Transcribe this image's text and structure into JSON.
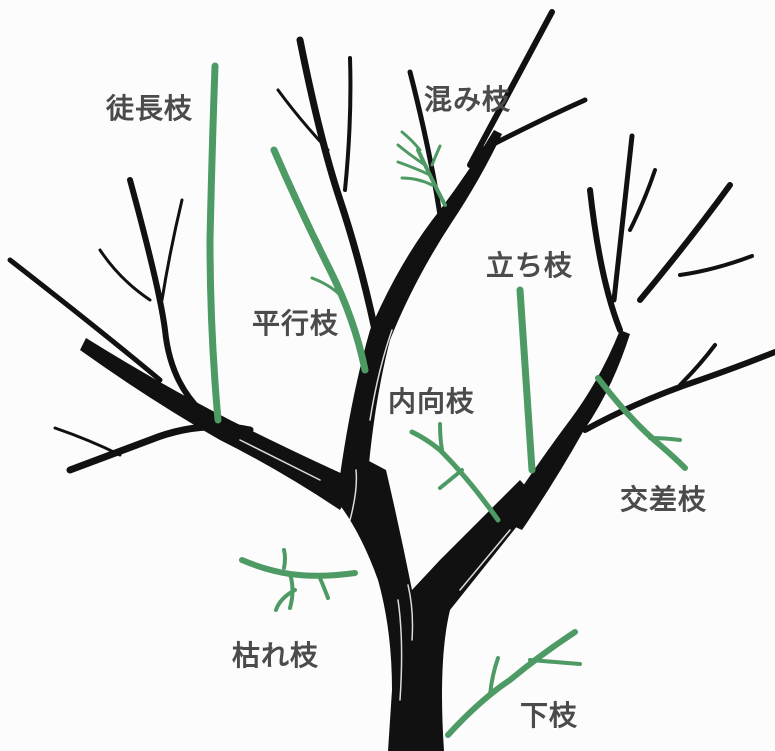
{
  "labels": {
    "tochoshi": "徒長枝",
    "mikomishi": "混み枝",
    "heikoshi": "平行枝",
    "tachishi": "立ち枝",
    "naikoshi": "内向枝",
    "kosashi": "交差枝",
    "kareshi": "枯れ枝",
    "shitaeda": "下枝"
  },
  "colors": {
    "background": "#fcfcfc",
    "tree": "#111111",
    "unwanted_branch": "#4e9a64",
    "label_text": "#4b4b4b"
  }
}
